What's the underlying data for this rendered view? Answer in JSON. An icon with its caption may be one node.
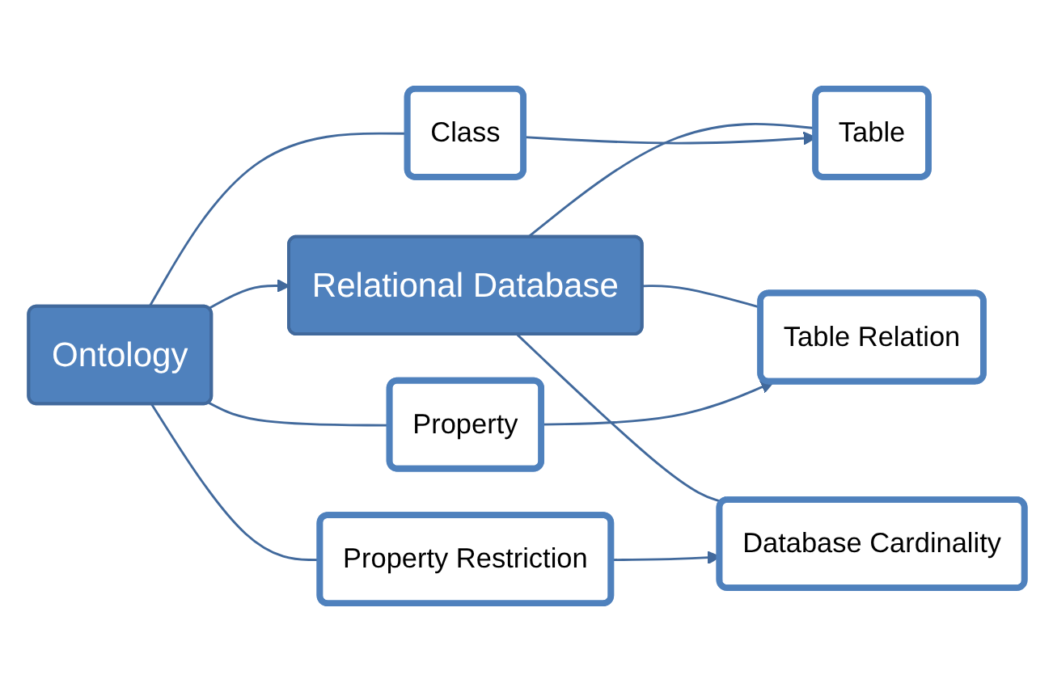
{
  "diagram": {
    "nodes": [
      {
        "text": [
          "Ontology"
        ]
      },
      {
        "text": [
          "Relational Database"
        ]
      },
      {
        "text": [
          "Class"
        ]
      },
      {
        "text": [
          "Property"
        ]
      },
      {
        "text": [
          "Property Restriction"
        ]
      },
      {
        "text": [
          "Table"
        ]
      },
      {
        "text": [
          "Table Relation"
        ]
      },
      {
        "text": [
          "Database Cardinality"
        ]
      }
    ],
    "edges": [
      {
        "from": 0,
        "to": 1,
        "arrow": "to"
      },
      {
        "from": 0,
        "to": 2,
        "arrow": "none"
      },
      {
        "from": 0,
        "to": 3,
        "arrow": "none"
      },
      {
        "from": 0,
        "to": 4,
        "arrow": "none"
      },
      {
        "from": 1,
        "to": 5,
        "arrow": "none"
      },
      {
        "from": 1,
        "to": 6,
        "arrow": "none"
      },
      {
        "from": 1,
        "to": 7,
        "arrow": "none"
      },
      {
        "from": 2,
        "to": 5,
        "arrow": "to"
      },
      {
        "from": 3,
        "to": 6,
        "arrow": "to"
      },
      {
        "from": 4,
        "to": 7,
        "arrow": "to"
      }
    ]
  }
}
